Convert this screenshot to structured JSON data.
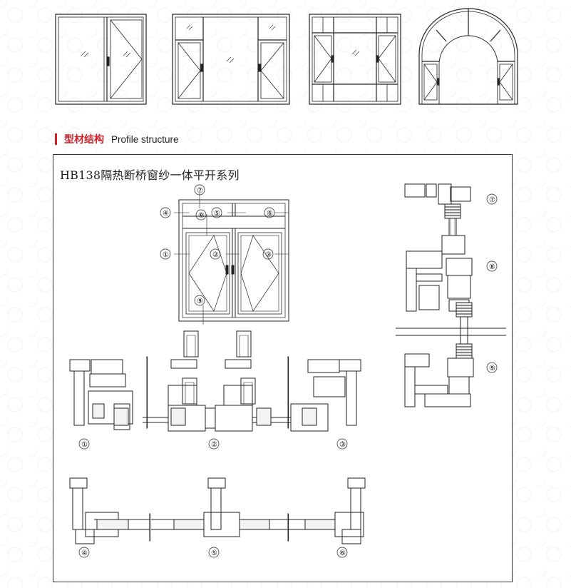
{
  "section": {
    "title_zh": "型材结构",
    "title_en": "Profile structure",
    "accent_color": "#d0202a"
  },
  "diagram": {
    "title": "HB138隔热断桥窗纱一体平开系列",
    "callouts": [
      "①",
      "②",
      "③",
      "④",
      "⑤",
      "⑥",
      "⑦",
      "⑧",
      "⑨"
    ]
  },
  "icons": [
    "window-casement-2pane-icon",
    "window-casement-3pane-icon",
    "window-casement-grid-icon",
    "window-arched-icon"
  ]
}
